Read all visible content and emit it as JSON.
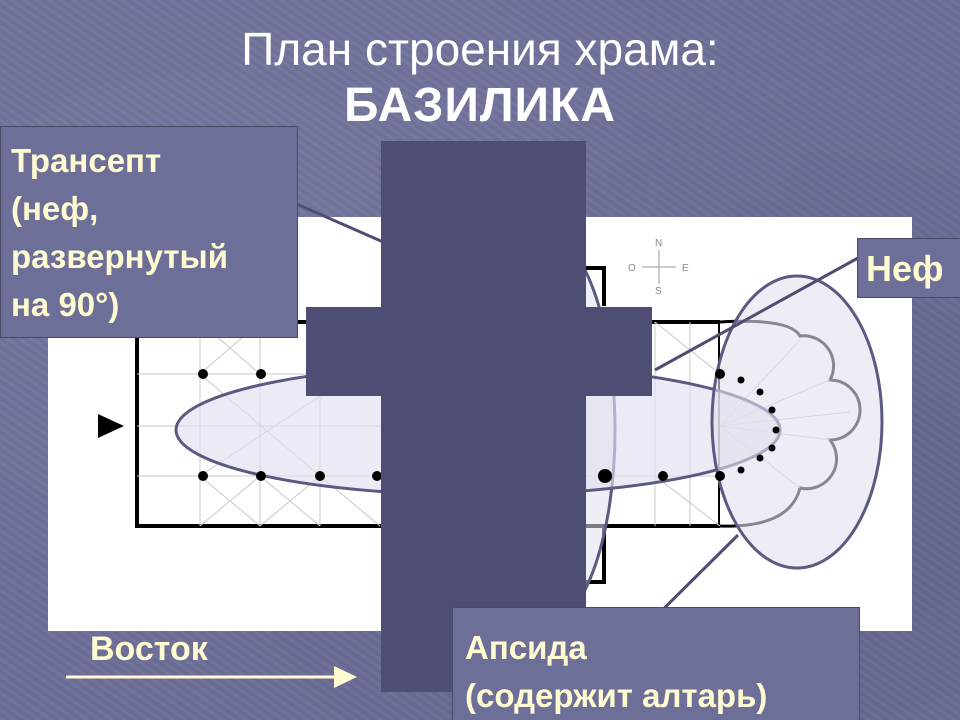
{
  "title": {
    "line1": "План строения храма:",
    "line2": "БАЗИЛИКА"
  },
  "callouts": {
    "transept": [
      "Трансепт",
      "(неф,",
      "развернутый",
      "на 90°)"
    ],
    "nave": "Неф",
    "apse": [
      "Апсида",
      "(содержит алтарь)"
    ]
  },
  "direction": {
    "label": "Восток"
  },
  "compass": {
    "north": "N",
    "south": "S",
    "west": "O",
    "east": "E"
  },
  "colors": {
    "background": "#6e6f98",
    "cross": "#4e4e75",
    "callout_text": "#fffbd0",
    "outline": "#5a5a82",
    "arrow": "#fffbd0"
  }
}
